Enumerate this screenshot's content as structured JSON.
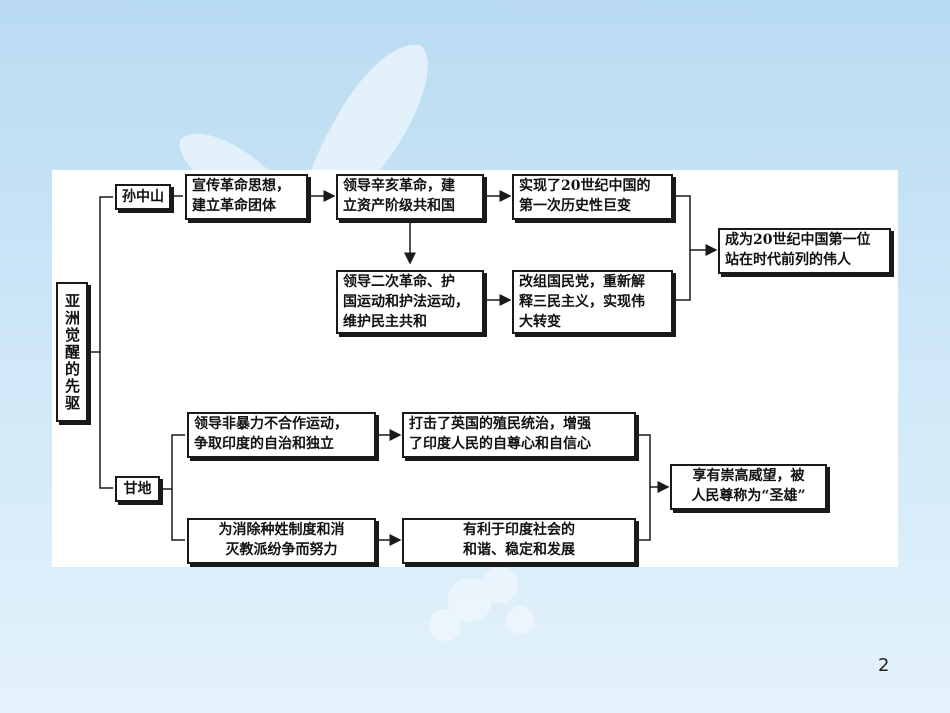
{
  "diagram": {
    "root": "亚洲觉醒的先驱",
    "sun": {
      "name": "孙中山",
      "step1": "宣传革命思想，\n建立革命团体",
      "step2": "领导辛亥革命，建\n立资产阶级共和国",
      "step3": "实现了20世纪中国的\n第一次历史性巨变",
      "step4": "领导二次革命、护\n国运动和护法运动，\n维护民主共和",
      "step5": "改组国民党，重新解\n释三民主义，实现伟\n大转变",
      "result": "成为20世纪中国第一位\n站在时代前列的伟人"
    },
    "gandhi": {
      "name": "甘地",
      "step1": "领导非暴力不合作运动，\n争取印度的自治和独立",
      "step2": "打击了英国的殖民统治，增强\n了印度人民的自尊心和自信心",
      "step3": "为消除种姓制度和消\n灭教派纷争而努力",
      "step4": "有利于印度社会的\n和谐、稳定和发展",
      "result": "享有崇高威望，被\n人民尊称为“圣雄”"
    }
  },
  "page_number": "2",
  "colors": {
    "line": "#1a1a1a",
    "background_top": "#b9dbf2",
    "background_bottom": "#e4f2fb"
  }
}
